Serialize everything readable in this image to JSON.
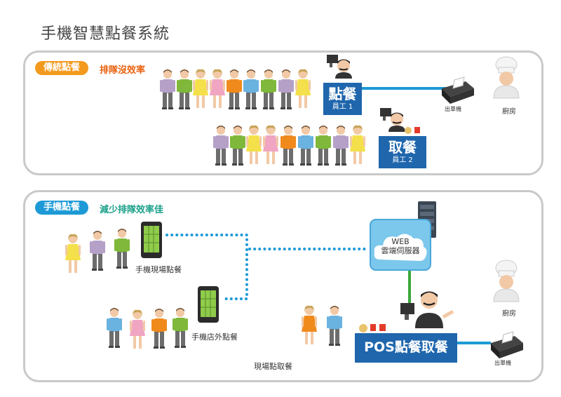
{
  "title": "手機智慧點餐系統",
  "traditional": {
    "badge": "傳統點餐",
    "subtitle": "排隊沒效率",
    "order_counter": {
      "title": "點餐",
      "staff": "員工 1"
    },
    "pickup_counter": {
      "title": "取餐",
      "staff": "員工 2"
    },
    "printer_label": "出單機",
    "kitchen_label": "廚房"
  },
  "mobile": {
    "badge": "手機點餐",
    "subtitle": "減少排隊效率佳",
    "onsite_label": "手機現場點餐",
    "offsite_label": "手機店外點餐",
    "server_label_1": "WEB",
    "server_label_2": "雲端伺服器",
    "pos_label": "POS點餐取餐",
    "pickup_label": "現場點取餐",
    "kitchen_label": "廚房",
    "printer_label": "出單機"
  },
  "colors": {
    "orange_badge": "#f39a1e",
    "orange_text": "#e8610f",
    "blue_badge": "#1d9ad6",
    "teal_text": "#1aa08a",
    "counter_blue": "#1f66ad",
    "line_blue": "#1d9ad6",
    "line_green": "#3aa83a"
  }
}
